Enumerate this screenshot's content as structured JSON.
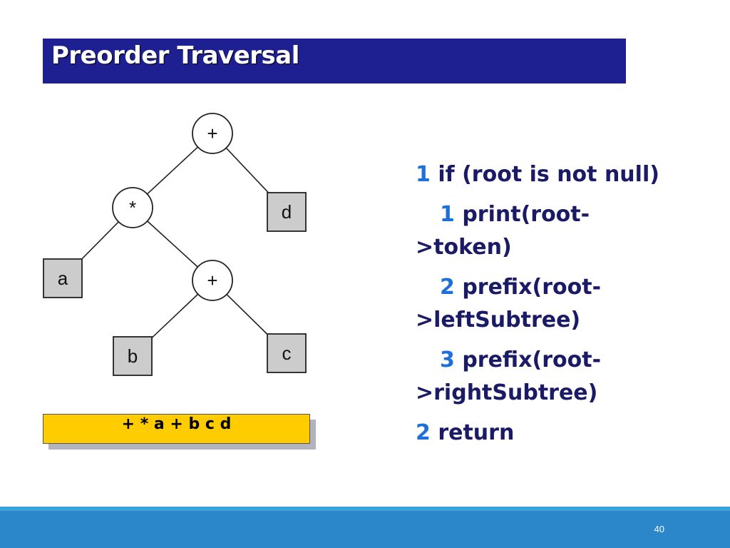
{
  "title": "Preorder Traversal",
  "tree": {
    "nodes": [
      {
        "label": "+",
        "shape": "circle"
      },
      {
        "label": "*",
        "shape": "circle"
      },
      {
        "label": "d",
        "shape": "square"
      },
      {
        "label": "a",
        "shape": "square"
      },
      {
        "label": "+",
        "shape": "circle"
      },
      {
        "label": "b",
        "shape": "square"
      },
      {
        "label": "c",
        "shape": "square"
      }
    ],
    "edges": [
      [
        0,
        1
      ],
      [
        0,
        2
      ],
      [
        1,
        3
      ],
      [
        1,
        4
      ],
      [
        4,
        5
      ],
      [
        4,
        6
      ]
    ]
  },
  "result": "+ * a + b c d",
  "code": [
    {
      "num": "1",
      "text": " if (root  is not null)",
      "indent": false
    },
    {
      "num": "1",
      "text": "  print(root-",
      "cont": ">token)",
      "indent": true
    },
    {
      "num": "2",
      "text": "  prefix(root-",
      "cont": ">leftSubtree)",
      "indent": true
    },
    {
      "num": "3",
      "text": "  prefix(root-",
      "cont": ">rightSubtree)",
      "indent": true
    },
    {
      "num": "2",
      "text": " return",
      "indent": false
    }
  ],
  "page_number": "40",
  "colors": {
    "title_bg": "#1e1f91",
    "result_bg": "#ffcc00",
    "line_number": "#1e6fd9",
    "code_text": "#1a1a66",
    "footer": "#2b87c9",
    "square_fill": "#cccccc"
  }
}
